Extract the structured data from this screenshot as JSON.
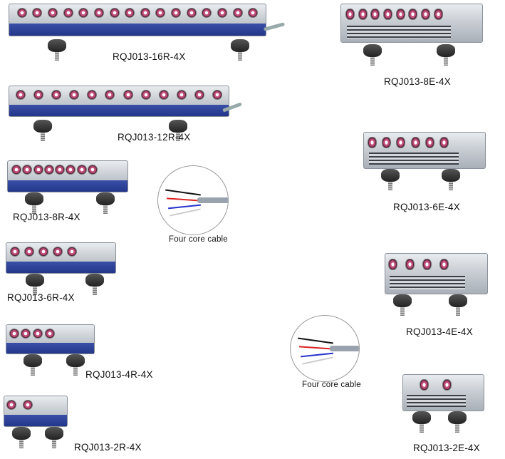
{
  "products": [
    {
      "model": "RQJ013-16R-4X",
      "nozzles": 16
    },
    {
      "model": "RQJ013-8E-4X",
      "nozzles": 8
    },
    {
      "model": "RQJ013-12R-4X",
      "nozzles": 12
    },
    {
      "model": "RQJ013-6E-4X",
      "nozzles": 6
    },
    {
      "model": "RQJ013-8R-4X",
      "nozzles": 8
    },
    {
      "model": "RQJ013-6R-4X",
      "nozzles": 5
    },
    {
      "model": "RQJ013-4E-4X",
      "nozzles": 4
    },
    {
      "model": "RQJ013-4R-4X",
      "nozzles": 4
    },
    {
      "model": "RQJ013-2R-4X",
      "nozzles": 2
    },
    {
      "model": "RQJ013-2E-4X",
      "nozzles": 2
    }
  ],
  "cable_labels": [
    "Four core cable",
    "Four core cable"
  ],
  "colors": {
    "stripe": "#2a3f94",
    "nozzle": "#c04a7a",
    "wire_red": "#d22",
    "wire_blue": "#23c",
    "wire_black": "#111"
  }
}
